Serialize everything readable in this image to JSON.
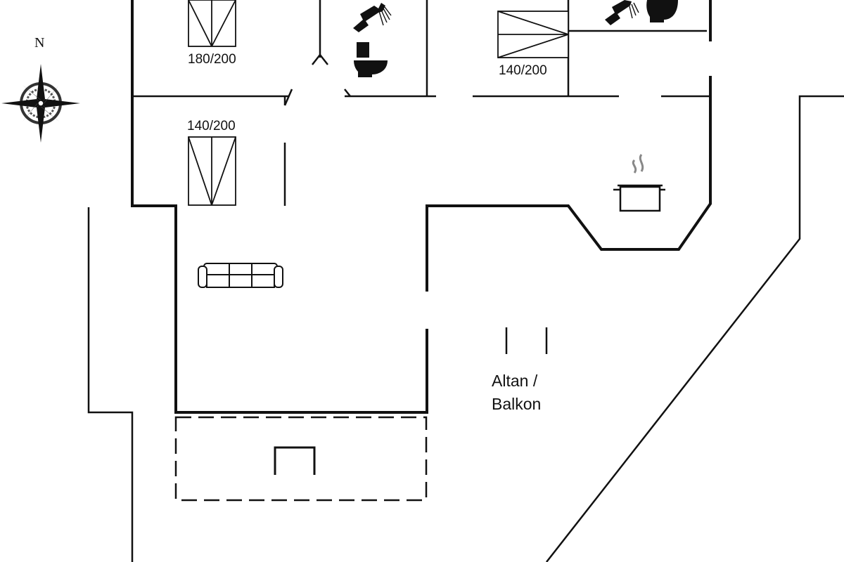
{
  "compass": {
    "north_label": "N"
  },
  "rooms": {
    "bedroom_1": {
      "bed_size": "180/200"
    },
    "bedroom_2": {
      "bed_size": "140/200"
    },
    "bedroom_3": {
      "bed_size": "140/200"
    },
    "balcony": {
      "label_line1": "Altan /",
      "label_line2": "Balkon"
    }
  },
  "icons": [
    "compass-rose-icon",
    "shower-icon",
    "toilet-icon",
    "cooking-pot-icon",
    "sofa-icon",
    "fireplace-icon"
  ]
}
